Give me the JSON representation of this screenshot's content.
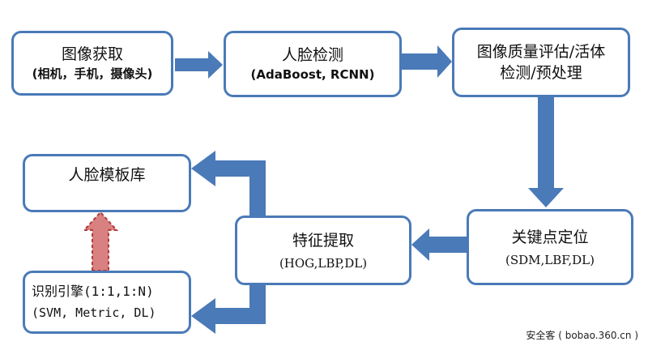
{
  "boxes": {
    "acquisition": {
      "title": "图像获取",
      "sub": "(相机，手机，摄像头)"
    },
    "detection": {
      "title": "人脸检测",
      "sub": "(AdaBoost, RCNN)"
    },
    "quality": {
      "line1": "图像质量评估/活体",
      "line2": "检测/预处理"
    },
    "landmark": {
      "title": "关键点定位",
      "sub": "(SDM,LBF,DL)"
    },
    "feature": {
      "title": "特征提取",
      "sub": "(HOG,LBP,DL)"
    },
    "template": {
      "title": "人脸模板库"
    },
    "engine": {
      "title": "识别引擎(1:1,1:N)",
      "sub": "(SVM, Metric, DL)"
    }
  },
  "watermark": "安全客 ( bobao.360.cn )",
  "colors": {
    "arrow": "#4a7ab8",
    "border": "#4a7ab8",
    "dashed_arrow_fill": "#d98080",
    "dashed_arrow_stroke": "#b03a3a"
  }
}
